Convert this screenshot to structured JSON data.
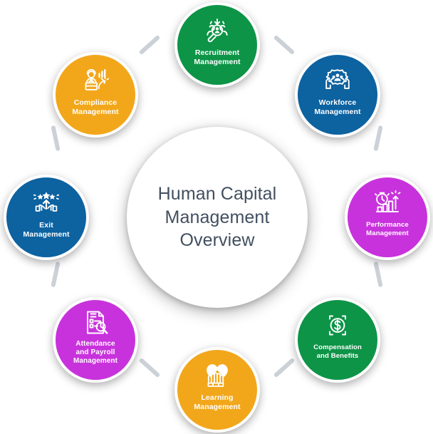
{
  "diagram": {
    "center": {
      "title": "Human Capital Management Overview",
      "title_line1": "Human Capital",
      "title_line2": "Management",
      "title_line3": "Overview",
      "text_color": "#424f60",
      "background": "#ffffff"
    },
    "connector_color": "#ccd1d8",
    "nodes": [
      {
        "id": "recruitment",
        "label_line1": "Recruitment",
        "label_line2": "Management",
        "color": "#0d9447",
        "icon": "magnifier-person-icon"
      },
      {
        "id": "workforce",
        "label_line1": "Workforce",
        "label_line2": "Management",
        "color": "#0d62a0",
        "icon": "hands-gear-people-icon"
      },
      {
        "id": "performance",
        "label_line1": "Performance",
        "label_line2": "Management",
        "color": "#c832dc",
        "icon": "stopwatch-bar-chart-arrow-icon"
      },
      {
        "id": "compensation",
        "label_line1": "Compensation",
        "label_line2": "and Benefits",
        "color": "#0d9447",
        "icon": "dollar-target-icon"
      },
      {
        "id": "learning",
        "label_line1": "Learning",
        "label_line2": "Management",
        "color": "#f2a71b",
        "icon": "hands-heart-brain-icon"
      },
      {
        "id": "attendance",
        "label_line1": "Attendance",
        "label_line2": "and Payroll",
        "label_line3": "Management",
        "color": "#c832dc",
        "icon": "checklist-magnifier-icon"
      },
      {
        "id": "exit",
        "label_line1": "Exit",
        "label_line2": "Management",
        "color": "#0d62a0",
        "icon": "stars-hands-arrow-icon"
      },
      {
        "id": "compliance",
        "label_line1": "Compliance",
        "label_line2": "Management",
        "color": "#f2a71b",
        "icon": "person-briefcase-chart-icon"
      }
    ]
  }
}
